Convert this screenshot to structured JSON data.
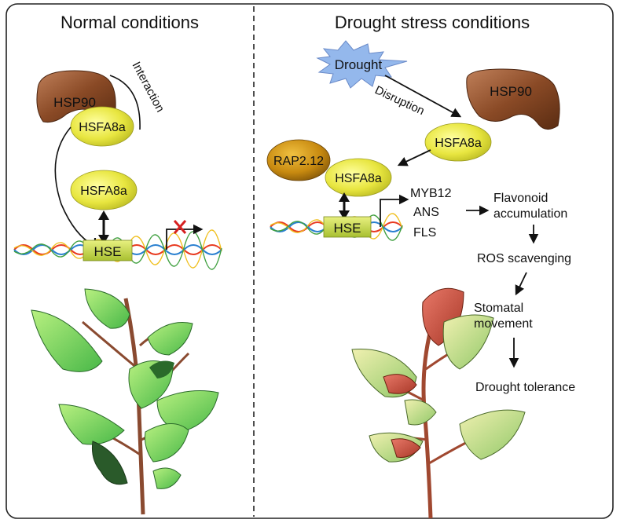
{
  "left_panel": {
    "title": "Normal conditions",
    "hsp90": "HSP90",
    "interaction": "Interaction",
    "hsfa8a_bound": "HSFA8a",
    "hsfa8a_free": "HSFA8a",
    "hse": "HSE"
  },
  "right_panel": {
    "title": "Drought stress conditions",
    "drought": "Drought",
    "disruption": "Disruption",
    "hsp90": "HSP90",
    "hsfa8a_released": "HSFA8a",
    "rap": "RAP2.12",
    "hsfa8a_bound": "HSFA8a",
    "hse": "HSE",
    "genes": [
      "MYB12",
      "ANS",
      "FLS"
    ],
    "flavonoid_line1": "Flavonoid",
    "flavonoid_line2": "accumulation",
    "ros": "ROS scavenging",
    "stomatal_line1": "Stomatal",
    "stomatal_line2": "movement",
    "tolerance": "Drought tolerance"
  },
  "colors": {
    "hsp90": "#9a5a32",
    "hsfa8a": "#e6e64a",
    "rap": "#c98a10",
    "drought_star": "#8fb4e8",
    "hse_box": "#c8d84a",
    "repress_x": "#d62020",
    "healthy_leaf": "#7ed66a",
    "stressed_leaf": "#d8e890",
    "red_leaf": "#c85040"
  }
}
